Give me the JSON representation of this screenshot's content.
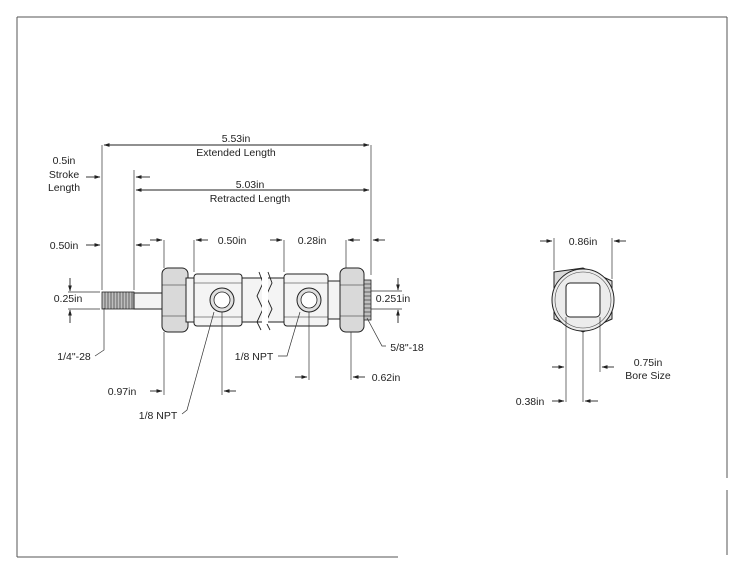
{
  "side_view": {
    "extended_length_value": "5.53in",
    "extended_length_label": "Extended Length",
    "stroke_value": "0.5in",
    "stroke_label_line1": "Stroke",
    "stroke_label_line2": "Length",
    "retracted_length_value": "5.03in",
    "retracted_length_label": "Retracted Length",
    "rod_extension": "0.50in",
    "port_spacing_left": "0.50in",
    "port_spacing_right": "0.28in",
    "rod_diameter": "0.25in",
    "mount_bore": "0.251in",
    "rod_thread": "1/4\"-28",
    "front_port": "1/8 NPT",
    "rear_port": "1/8 NPT",
    "mount_thread": "5/8\"-18",
    "front_port_offset": "0.97in",
    "rear_port_offset": "0.62in"
  },
  "end_view": {
    "hex_width": "0.86in",
    "bore_label_value": "0.75in",
    "bore_label_text": "Bore Size",
    "center_offset": "0.38in"
  }
}
